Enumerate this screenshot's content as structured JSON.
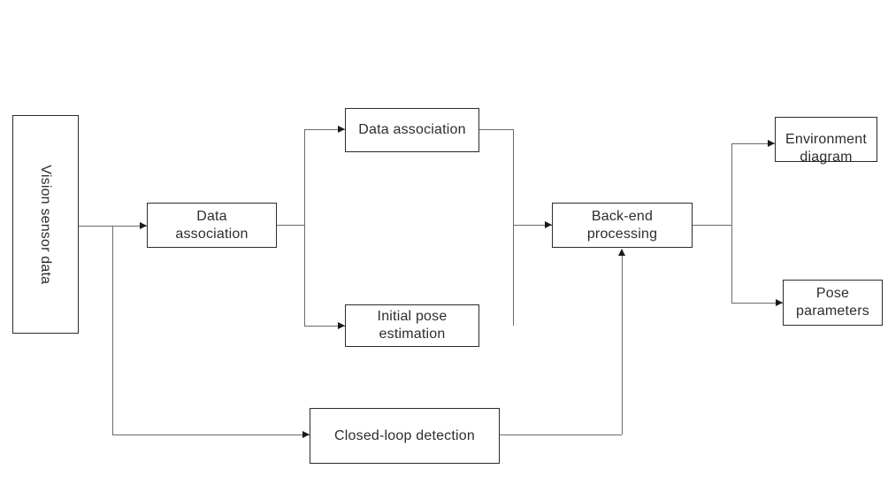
{
  "diagram": {
    "nodes": {
      "vision_sensor": {
        "label": "Vision sensor data"
      },
      "data_association_front": {
        "label": "Data\nassociation"
      },
      "data_association_top": {
        "label": "Data association"
      },
      "initial_pose": {
        "label": "Initial pose\nestimation"
      },
      "back_end": {
        "label": "Back-end\nprocessing"
      },
      "environment": {
        "label": "Environment\ndiagram"
      },
      "pose_params": {
        "label": "Pose\nparameters"
      },
      "closed_loop": {
        "label": "Closed-loop detection"
      }
    },
    "edges": [
      {
        "from": "vision_sensor",
        "to": "data_association_front"
      },
      {
        "from": "vision_sensor",
        "to": "closed_loop"
      },
      {
        "from": "data_association_front",
        "to": "data_association_top"
      },
      {
        "from": "data_association_front",
        "to": "initial_pose"
      },
      {
        "from": "data_association_top",
        "to": "back_end"
      },
      {
        "from": "initial_pose",
        "to": "back_end"
      },
      {
        "from": "closed_loop",
        "to": "back_end"
      },
      {
        "from": "back_end",
        "to": "environment"
      },
      {
        "from": "back_end",
        "to": "pose_params"
      }
    ],
    "colors": {
      "background": "#ffffff",
      "box_border": "#2b2b2b",
      "connector_line": "#6b6b6b",
      "arrowhead": "#1a1a1a",
      "text": "#2d2d2d"
    }
  }
}
